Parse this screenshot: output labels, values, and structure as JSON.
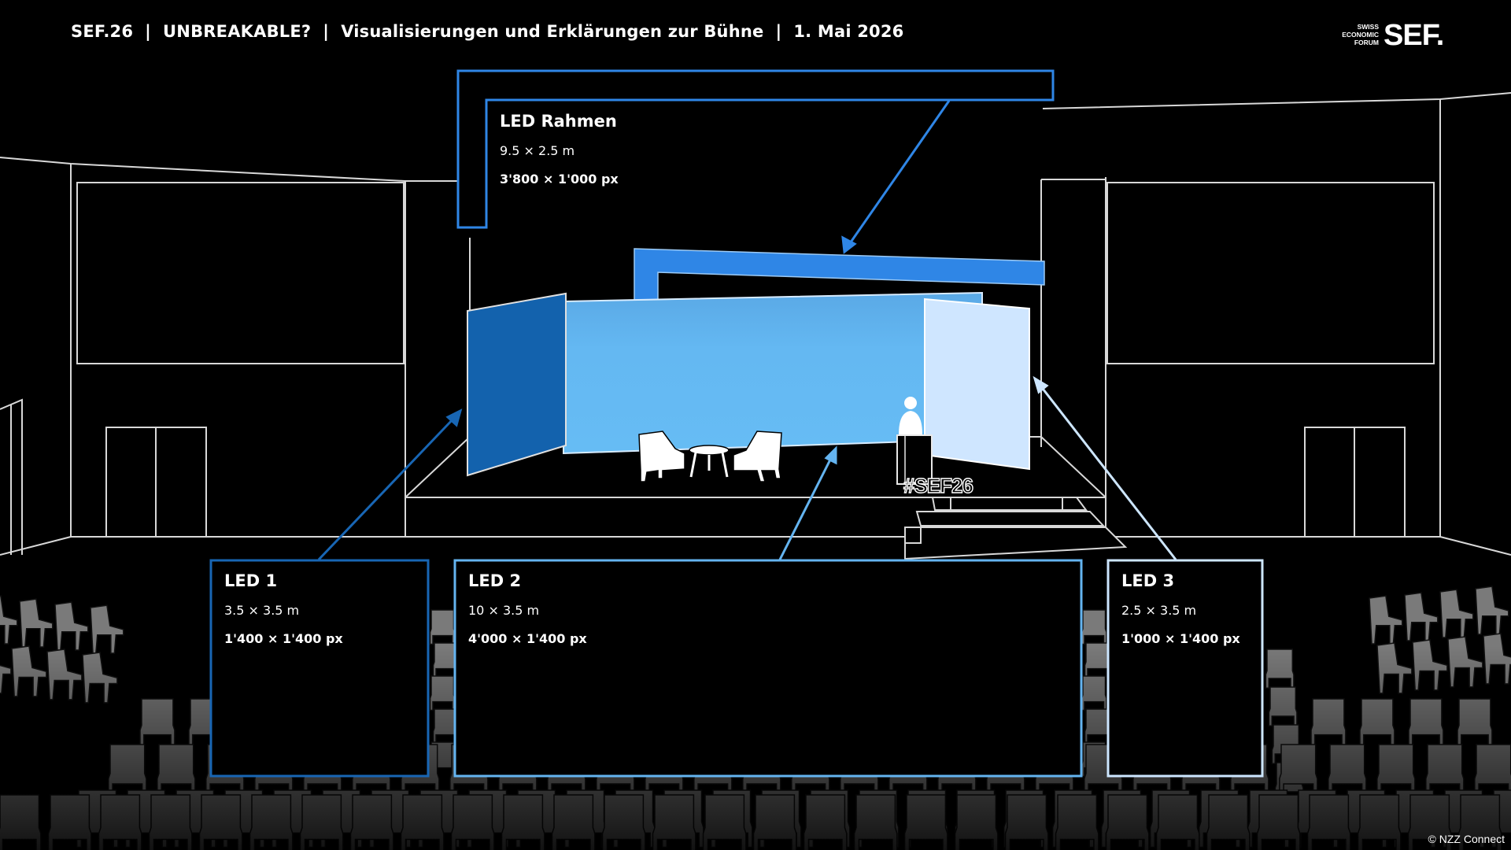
{
  "header": {
    "title": "SEF.26  |  UNBREAKABLE?  |  Visualisierungen und Erklärungen zur Bühne  |  1. Mai 2026"
  },
  "logo": {
    "small": [
      "SWISS",
      "ECONOMIC",
      "FORUM"
    ],
    "big": "SEF."
  },
  "stage": {
    "podium_text": "#SEF26"
  },
  "screens": [
    {
      "id": "led-rahmen",
      "name": "LED Rahmen",
      "size": "9.5 × 2.5 m",
      "resolution": "3'800 × 1'000 px",
      "color": "#2f86e6"
    },
    {
      "id": "led-1",
      "name": "LED 1",
      "size": "3.5 × 3.5 m",
      "resolution": "1'400 × 1'400 px",
      "color": "#1866b4"
    },
    {
      "id": "led-2",
      "name": "LED 2",
      "size": "10 × 3.5 m",
      "resolution": "4'000 × 1'400 px",
      "color": "#64b4f0"
    },
    {
      "id": "led-3",
      "name": "LED 3",
      "size": "2.5 × 3.5 m",
      "resolution": "1'000 × 1'400 px",
      "color": "#cde6ff"
    }
  ],
  "footer": {
    "copyright": "© NZZ Connect"
  },
  "colors": {
    "background": "#000000",
    "outline": "#d9d9d9",
    "chairs": "#7a7a7a"
  }
}
